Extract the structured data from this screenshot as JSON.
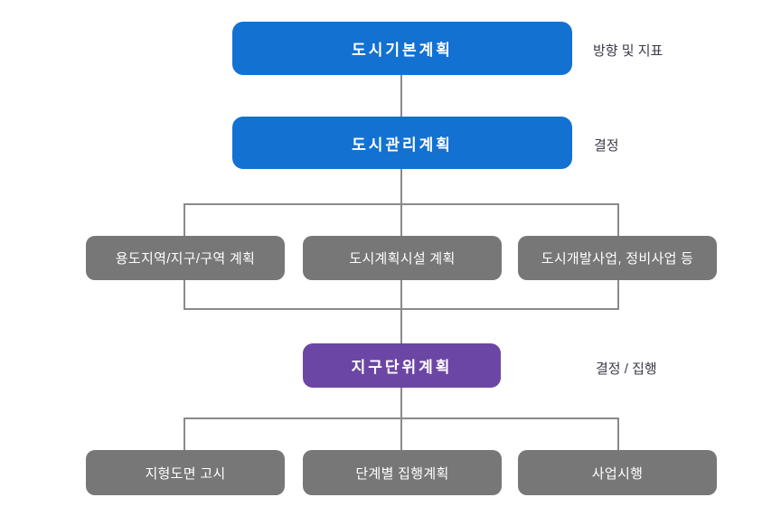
{
  "diagram": {
    "name": "urban-planning-hierarchy",
    "top_node": {
      "label": "도시기본계획",
      "side_label": "방향 및 지표"
    },
    "second_node": {
      "label": "도시관리계획",
      "side_label": "결정"
    },
    "mid_row": [
      {
        "label": "용도지역/지구/구역 계획"
      },
      {
        "label": "도시계획시설 계획"
      },
      {
        "label": "도시개발사업, 정비사업 등"
      }
    ],
    "district_node": {
      "label": "지구단위계획",
      "side_label": "결정 / 집행"
    },
    "bottom_row": [
      {
        "label": "지형도면 고시"
      },
      {
        "label": "단계별 집행계획"
      },
      {
        "label": "사업시행"
      }
    ],
    "colors": {
      "blue": "#1371D1",
      "purple": "#6C46A4",
      "gray": "#777777",
      "connector": "#8A8A8A",
      "side_label_text": "#3C3C48",
      "node_text": "#FFFFFF"
    }
  }
}
